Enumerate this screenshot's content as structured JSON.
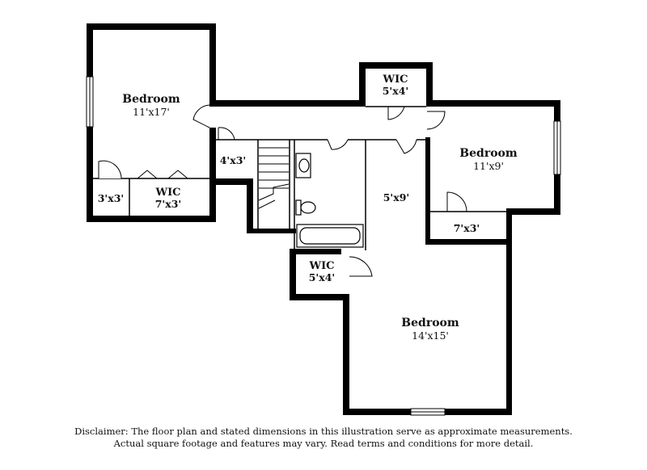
{
  "rooms": {
    "bedroom_nw": {
      "name": "Bedroom",
      "dims": "11'x17'"
    },
    "wic_nw_small": {
      "dims": "3'x3'"
    },
    "wic_nw": {
      "name": "WIC",
      "dims": "7'x3'"
    },
    "closet_4x3": {
      "dims": "4'x3'"
    },
    "wic_top": {
      "name": "WIC",
      "dims": "5'x4'"
    },
    "bedroom_e": {
      "name": "Bedroom",
      "dims": "11'x9'"
    },
    "hall": {
      "dims": "5'x9'"
    },
    "closet_7x3": {
      "dims": "7'x3'"
    },
    "wic_mid": {
      "name": "WIC",
      "dims": "5'x4'"
    },
    "bedroom_s": {
      "name": "Bedroom",
      "dims": "14'x15'"
    }
  },
  "disclaimer": {
    "line1": "Disclaimer: The floor plan and stated dimensions in this illustration serve as approximate measurements.",
    "line2": "Actual square footage and features may vary. Read terms and conditions for more detail."
  }
}
